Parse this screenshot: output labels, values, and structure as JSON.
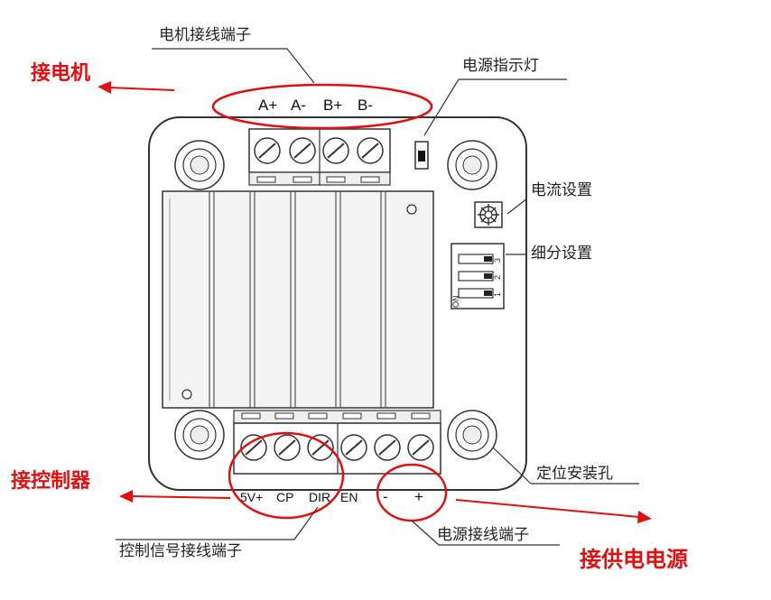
{
  "labels": {
    "motor_terminals": "电机接线端子",
    "power_led": "电源指示灯",
    "current_setting": "电流设置",
    "microstep_setting": "细分设置",
    "mounting_holes": "定位安装孔",
    "power_terminals": "电源接线端子",
    "control_terminals": "控制信号接线端子"
  },
  "annotations": {
    "connect_motor": "接电机",
    "connect_controller": "接控制器",
    "connect_power": "接供电电源"
  },
  "motor_pins": [
    "A+",
    "A-",
    "B+",
    "B-"
  ],
  "control_pins": {
    "p1": "5V+",
    "p2": "CP",
    "p3": "DIR",
    "p4": "EN",
    "p5": "-",
    "p6": "+"
  },
  "dip": {
    "on_label": "ON",
    "switch_numbers": [
      "1",
      "2",
      "3"
    ]
  },
  "colors": {
    "annotation": "#e01010",
    "line": "#333333"
  }
}
